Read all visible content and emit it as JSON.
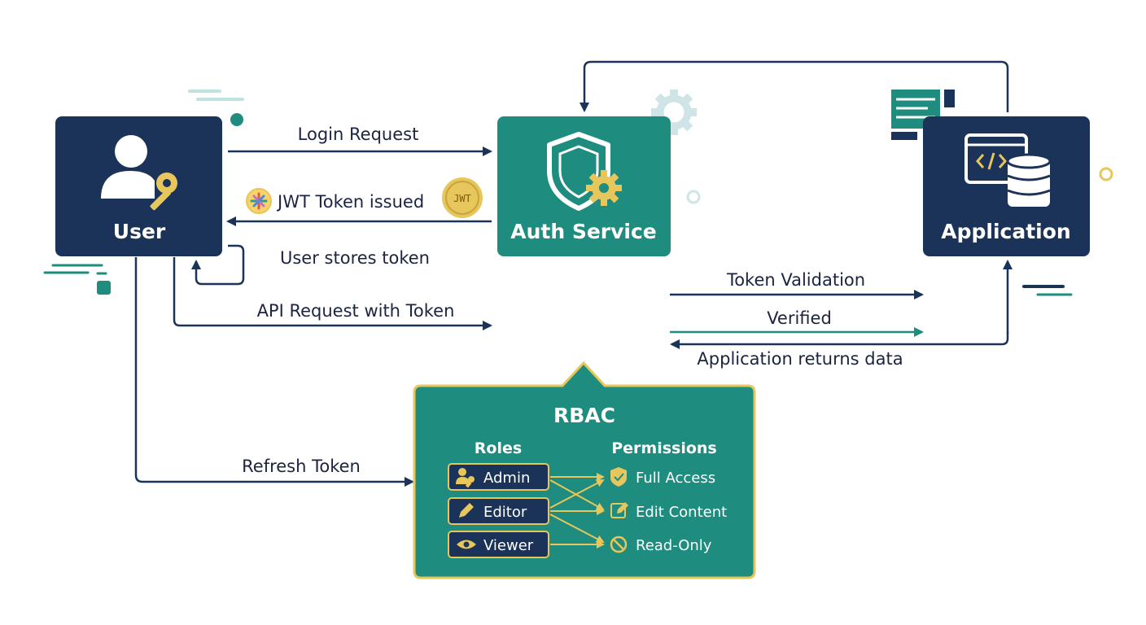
{
  "nodes": {
    "user": "User",
    "auth": "Auth Service",
    "app": "Application"
  },
  "edges": {
    "login": "Login Request",
    "jwt": "JWT Token issued",
    "stores": "User stores token",
    "api": "API Request with Token",
    "validation": "Token Validation",
    "verified": "Verified",
    "returns": "Application returns data",
    "refresh": "Refresh Token"
  },
  "badge": {
    "jwt": "JWT"
  },
  "rbac": {
    "title": "RBAC",
    "roles_heading": "Roles",
    "permissions_heading": "Permissions",
    "roles": [
      "Admin",
      "Editor",
      "Viewer"
    ],
    "permissions": [
      "Full Access",
      "Edit Content",
      "Read-Only"
    ]
  },
  "colors": {
    "navy": "#1b3358",
    "teal": "#1e8c7e",
    "gold": "#e7c65b",
    "arrow": "#1b3358"
  }
}
